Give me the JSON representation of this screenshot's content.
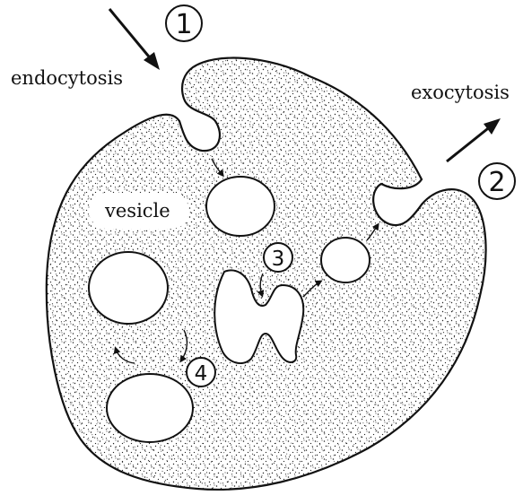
{
  "labels": {
    "endocytosis": "endocytosis",
    "exocytosis": "exocytosis",
    "vesicle": "vesicle"
  },
  "markers": {
    "m1": "1",
    "m2": "2",
    "m3": "3",
    "m4": "4"
  },
  "colors": {
    "ink": "#111111",
    "paper": "#ffffff",
    "stipple": "#222222"
  }
}
